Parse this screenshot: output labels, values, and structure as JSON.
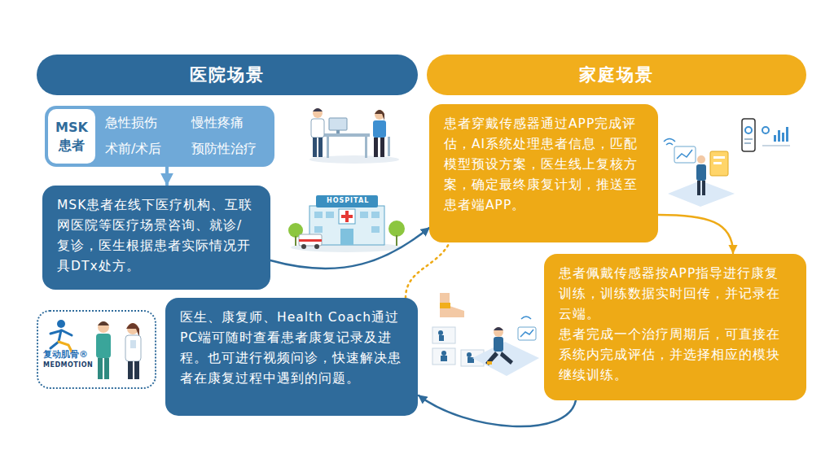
{
  "diagram": {
    "nodes": [
      {
        "text": [
          "医院场景"
        ]
      },
      {
        "text": [
          "家庭场景"
        ]
      },
      {
        "text": [
          "急性损伤",
          "慢性疼痛",
          "术前/术后",
          "预防性治疗"
        ]
      },
      {
        "text": [
          "MSK 患者"
        ],
        "in": 2
      },
      {
        "text": [
          "MSK患者在线下医疗机构、互联网医院等医疗场景咨询、就诊/复诊，医生根据患者实际情况开具DTx处方。"
        ]
      },
      {
        "text": [
          "患者穿戴传感器通过APP完成评估，AI系统处理患者信息，匹配模型预设方案，医生线上复核方案，确定最终康复计划，推送至患者端APP。"
        ]
      },
      {
        "text": [
          "患者佩戴传感器按APP指导进行康复训练，训练数据实时回传，并记录在云端。",
          "患者完成一个治疗周期后，可直接在系统内完成评估，并选择相应的模块继续训练。"
        ]
      },
      {
        "text": [
          "医生、康复师、Health Coach通过PC端可随时查看患者康复记录及进程。也可进行视频问诊，快速解决患者在康复过程中遇到的问题。"
        ]
      },
      {
        "text": [
          "复动肌骨®",
          "MEDMOTION"
        ]
      }
    ],
    "edges": [
      {
        "from": 2,
        "to": 4,
        "arrow": "to"
      },
      {
        "from": 4,
        "to": 5,
        "arrow": "to"
      },
      {
        "from": 5,
        "to": 6,
        "arrow": "to"
      },
      {
        "from": 6,
        "to": 7,
        "arrow": "to"
      },
      {
        "from": 7,
        "to": 5,
        "arrow": "none"
      }
    ],
    "labels": [
      "HOSPITAL"
    ]
  }
}
